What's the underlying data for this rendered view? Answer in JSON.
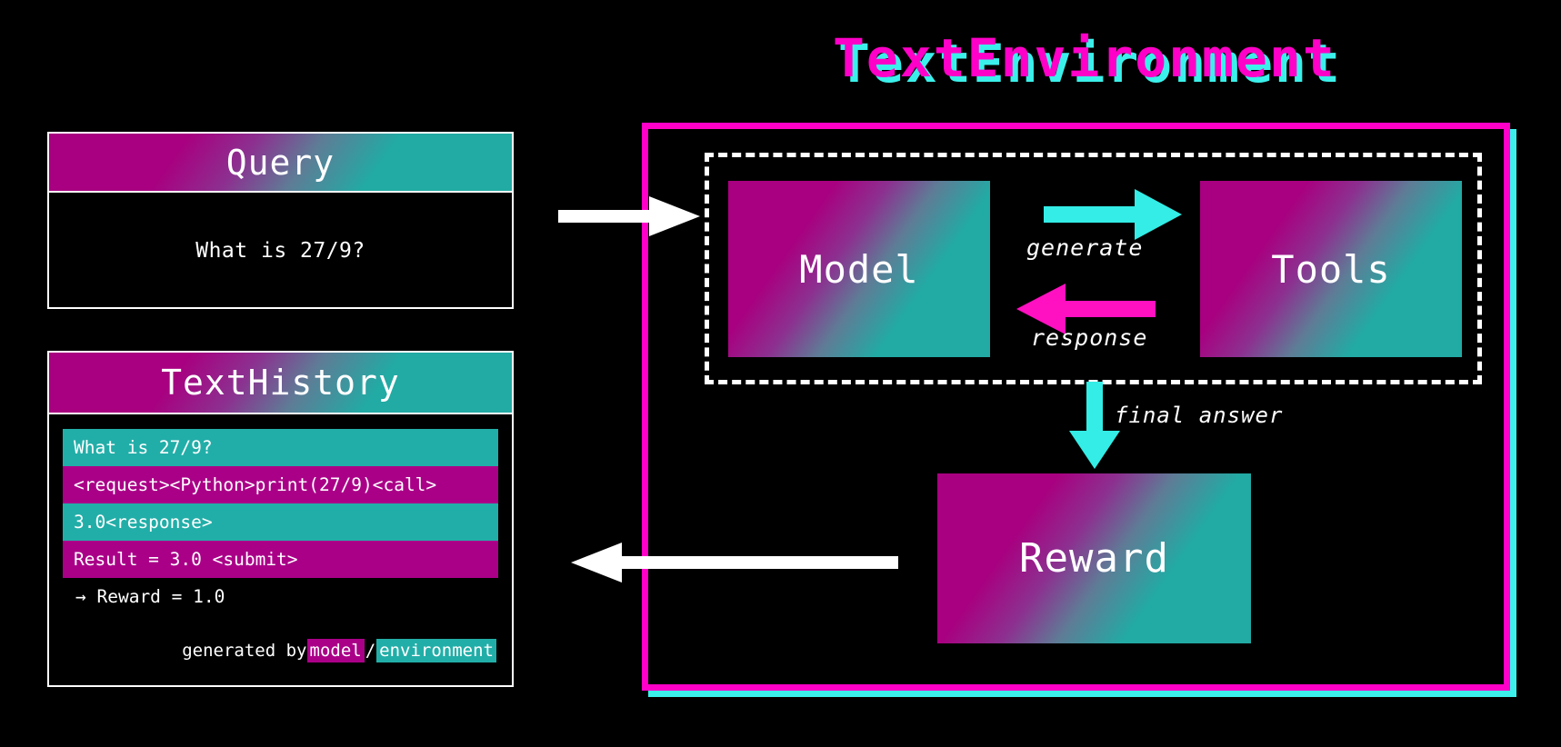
{
  "title": "TextEnvironment",
  "colors": {
    "magenta_bright": "#FF00C8",
    "cyan_bright": "#3BF0EA",
    "magenta_deep": "#AA0088",
    "teal": "#22AEA8",
    "white": "#FFFFFF",
    "background": "#000000"
  },
  "query_card": {
    "header": "Query",
    "body": "What is 27/9?"
  },
  "history_card": {
    "header": "TextHistory",
    "rows": [
      {
        "text": "What is 27/9?",
        "source": "environment"
      },
      {
        "text": "<request><Python>print(27/9)<call>",
        "source": "model"
      },
      {
        "text": "3.0<response>",
        "source": "environment"
      },
      {
        "text": "Result = 3.0 <submit>",
        "source": "model"
      },
      {
        "text": "→ Reward = 1.0",
        "source": "plain"
      }
    ],
    "legend": {
      "prefix": "generated by ",
      "model": "model",
      "separator": "/",
      "environment": "environment"
    }
  },
  "environment": {
    "model_block": "Model",
    "tools_block": "Tools",
    "reward_block": "Reward",
    "labels": {
      "generate": "generate",
      "response": "response",
      "final_answer": "final answer"
    }
  },
  "arrows": {
    "query_to_env": "query-input-arrow",
    "env_to_history": "reward-output-arrow",
    "model_to_tools": "generate-arrow",
    "tools_to_model": "response-arrow",
    "loop_to_reward": "final-answer-arrow"
  }
}
